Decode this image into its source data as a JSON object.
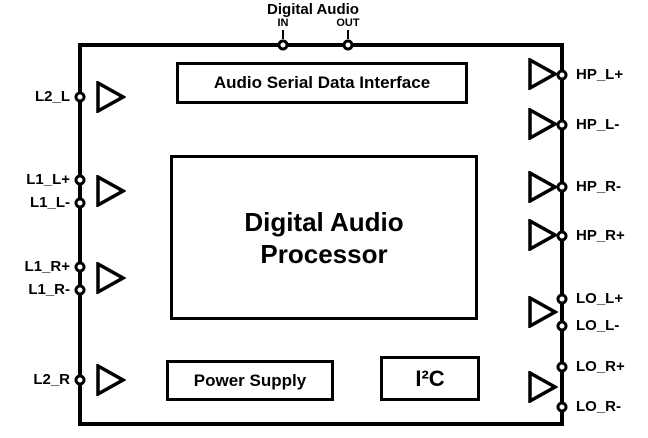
{
  "diagram": {
    "title": "Digital Audio",
    "top_pins": {
      "in": "IN",
      "out": "OUT"
    },
    "left_pins": [
      "L2_L",
      "L1_L+",
      "L1_L-",
      "L1_R+",
      "L1_R-",
      "L2_R"
    ],
    "right_pins": [
      "HP_L+",
      "HP_L-",
      "HP_R-",
      "HP_R+",
      "LO_L+",
      "LO_L-",
      "LO_R+",
      "LO_R-"
    ],
    "blocks": {
      "serial_interface": "Audio Serial Data Interface",
      "processor_line1": "Digital Audio",
      "processor_line2": "Processor",
      "power_supply": "Power Supply",
      "i2c": "I²C"
    },
    "icons": {
      "amplifier": "triangle-buffer",
      "terminal": "open-circle-pin"
    },
    "colors": {
      "stroke": "#000000",
      "background": "#ffffff"
    }
  }
}
